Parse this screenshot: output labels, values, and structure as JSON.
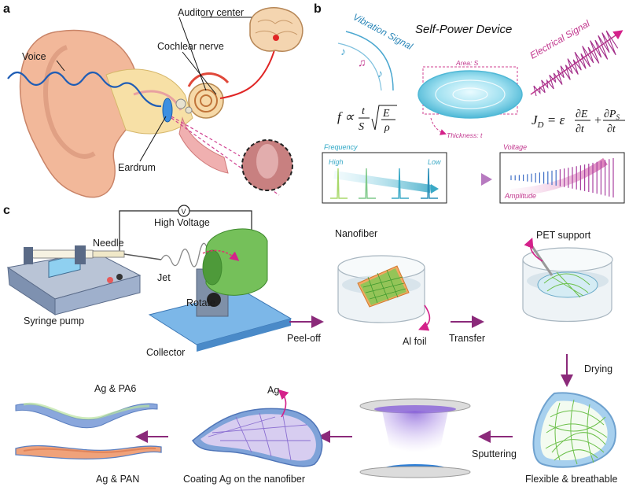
{
  "panels": {
    "a": "a",
    "b": "b",
    "c": "c"
  },
  "panel_a": {
    "auditory_center": "Auditory center",
    "cochlear_nerve": "Cochlear nerve",
    "voice": "Voice",
    "eardrum": "Eardrum"
  },
  "panel_b": {
    "title": "Self-Power Device",
    "vibration_signal": "Vibration Signal",
    "electrical_signal": "Electrical Signal",
    "area": "Area: S",
    "thickness": "Thickness: t",
    "formula_f": "f ∝ (t/S)·√(E/ρ)",
    "formula_jd": "J_D = ε ∂E/∂t + ∂P_S/∂t",
    "frequency": "Frequency",
    "high": "High",
    "low": "Low",
    "voltage": "Voltage",
    "amplitude": "Amplitude",
    "colors": {
      "teal": "#2aa6c4",
      "magenta": "#c2378e"
    }
  },
  "panel_c": {
    "high_voltage": "High Voltage",
    "voltmeter_symbol": "V",
    "needle": "Needle",
    "jet": "Jet",
    "rotate": "Rotate",
    "syringe_pump": "Syringe pump",
    "collector": "Collector",
    "peel_off": "Peel-off",
    "nanofiber": "Nanofiber",
    "al_foil": "Al foil",
    "transfer": "Transfer",
    "pet_support": "PET support",
    "drying": "Drying",
    "flexible_breathable": "Flexible & breathable",
    "sputtering": "Sputtering",
    "ag": "Ag",
    "coating_ag": "Coating Ag on the nanofiber",
    "ag_pa6": "Ag & PA6",
    "ag_pan": "Ag & PAN",
    "colors": {
      "arrow": "#8b2a7a",
      "fiber": "#6cc04a",
      "pink_arrow": "#d4218a"
    }
  }
}
